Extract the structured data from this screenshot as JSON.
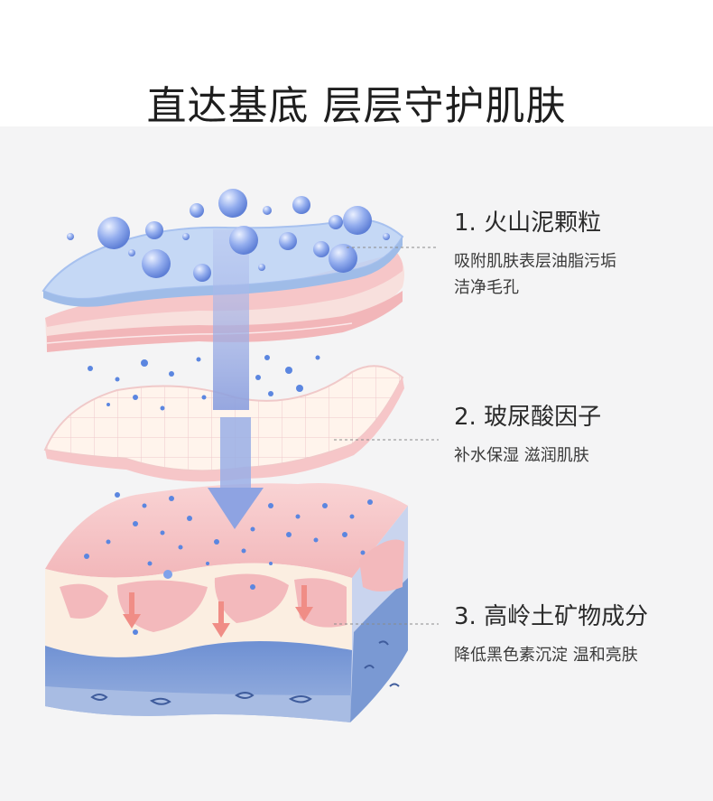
{
  "title": "直达基底 层层守护肌肤",
  "features": [
    {
      "heading": "1. 火山泥颗粒",
      "lines": [
        "吸附肌肤表层油脂污垢",
        "洁净毛孔"
      ]
    },
    {
      "heading": "2. 玻尿酸因子",
      "lines": [
        "补水保湿 滋润肌肤"
      ]
    },
    {
      "heading": "3. 高岭土矿物成分",
      "lines": [
        "降低黑色素沉淀 温和亮肤"
      ]
    }
  ],
  "colors": {
    "background": "#f4f4f5",
    "header_background": "#ffffff",
    "bubble": "#7f9ee6",
    "skin_pink": "#f6c6c8",
    "dermis_blue": "#7d9bd4",
    "arrow": "#8fa2dd"
  }
}
